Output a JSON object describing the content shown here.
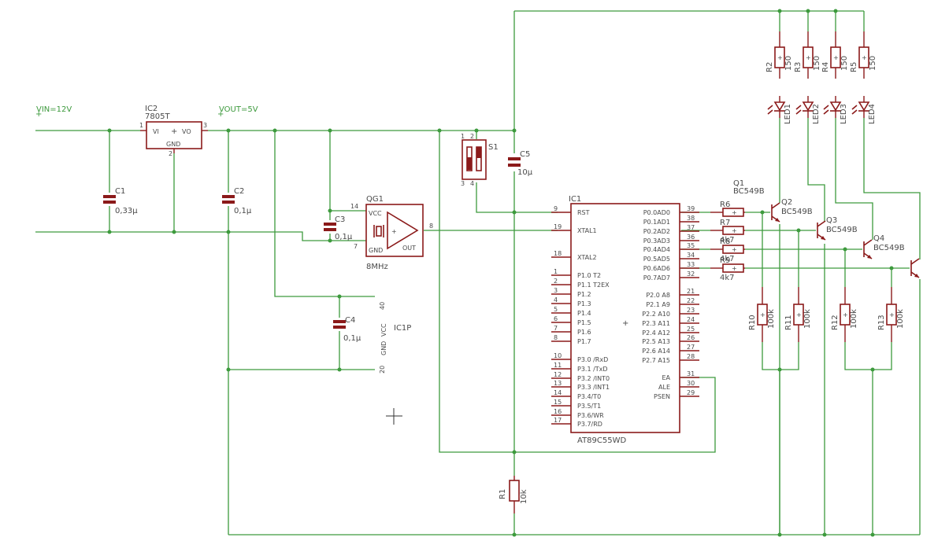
{
  "nets": {
    "vin": "VIN=12V",
    "vout": "VOUT=5V"
  },
  "ic2": {
    "name": "IC2",
    "value": "7805T",
    "vi": "VI",
    "vo": "VO",
    "gnd": "GND",
    "p1": "1",
    "p2": "2",
    "p3": "3"
  },
  "c1": {
    "name": "C1",
    "value": "0,33µ"
  },
  "c2": {
    "name": "C2",
    "value": "0,1µ"
  },
  "c3": {
    "name": "C3",
    "value": "0,1µ"
  },
  "c4": {
    "name": "C4",
    "value": "0,1µ"
  },
  "c5": {
    "name": "C5",
    "value": "10µ"
  },
  "qg1": {
    "name": "QG1",
    "value": "8MHz",
    "vcc": "VCC",
    "gnd": "GND",
    "out": "OUT",
    "p14": "14",
    "p7": "7",
    "p8": "8"
  },
  "ic1p": {
    "name": "IC1P",
    "vcc": "VCC",
    "gnd": "GND",
    "p40": "40",
    "p20": "20"
  },
  "s1": {
    "name": "S1",
    "p1": "1",
    "p2": "2",
    "p3": "3",
    "p4": "4"
  },
  "r1": {
    "name": "R1",
    "value": "10k"
  },
  "ic1": {
    "name": "IC1",
    "value": "AT89C55WD",
    "left_pins": [
      {
        "num": "9",
        "label": "RST"
      },
      {
        "num": "19",
        "label": "XTAL1"
      },
      {
        "num": "18",
        "label": "XTAL2"
      },
      {
        "num": "1",
        "label": "P1.0_T2"
      },
      {
        "num": "2",
        "label": "P1.1_T2EX"
      },
      {
        "num": "3",
        "label": "P1.2"
      },
      {
        "num": "4",
        "label": "P1.3"
      },
      {
        "num": "5",
        "label": "P1.4"
      },
      {
        "num": "6",
        "label": "P1.5"
      },
      {
        "num": "7",
        "label": "P1.6"
      },
      {
        "num": "8",
        "label": "P1.7"
      },
      {
        "num": "10",
        "label": "P3.0_/RxD"
      },
      {
        "num": "11",
        "label": "P3.1_/TxD"
      },
      {
        "num": "12",
        "label": "P3.2_/INT0"
      },
      {
        "num": "13",
        "label": "P3.3_/INT1"
      },
      {
        "num": "14",
        "label": "P3.4/T0"
      },
      {
        "num": "15",
        "label": "P3.5/T1"
      },
      {
        "num": "16",
        "label": "P3.6/WR"
      },
      {
        "num": "17",
        "label": "P3.7/RD"
      }
    ],
    "right_pins": [
      {
        "num": "39",
        "label": "P0.0AD0"
      },
      {
        "num": "38",
        "label": "P0.1AD1"
      },
      {
        "num": "37",
        "label": "P0.2AD2"
      },
      {
        "num": "36",
        "label": "P0.3AD3"
      },
      {
        "num": "35",
        "label": "P0.4AD4"
      },
      {
        "num": "34",
        "label": "P0.5AD5"
      },
      {
        "num": "33",
        "label": "P0.6AD6"
      },
      {
        "num": "32",
        "label": "P0.7AD7"
      },
      {
        "num": "21",
        "label": "P2.0_A8"
      },
      {
        "num": "22",
        "label": "P2.1_A9"
      },
      {
        "num": "23",
        "label": "P2.2_A10"
      },
      {
        "num": "24",
        "label": "P2.3_A11"
      },
      {
        "num": "25",
        "label": "P2.4_A12"
      },
      {
        "num": "26",
        "label": "P2.5_A13"
      },
      {
        "num": "27",
        "label": "P2.6_A14"
      },
      {
        "num": "28",
        "label": "P2.7_A15"
      },
      {
        "num": "31",
        "label": "EA"
      },
      {
        "num": "30",
        "label": "ALE"
      },
      {
        "num": "29",
        "label": "PSEN"
      }
    ]
  },
  "r_base": [
    {
      "name": "R6",
      "value": ""
    },
    {
      "name": "R7",
      "value": "4k7"
    },
    {
      "name": "R8",
      "value": "4k7"
    },
    {
      "name": "R9",
      "value": "4k7"
    }
  ],
  "r_led": [
    {
      "name": "R2",
      "value": "150"
    },
    {
      "name": "R3",
      "value": "150"
    },
    {
      "name": "R4",
      "value": "150"
    },
    {
      "name": "R5",
      "value": "150"
    }
  ],
  "leds": [
    "LED1",
    "LED2",
    "LED3",
    "LED4"
  ],
  "transistors": [
    {
      "name": "Q1",
      "value": "BC549B"
    },
    {
      "name": "Q2",
      "value": "BC549B"
    },
    {
      "name": "Q3",
      "value": "BC549B"
    },
    {
      "name": "Q4",
      "value": "BC549B"
    }
  ],
  "r_pull": [
    {
      "name": "R10",
      "value": "100k"
    },
    {
      "name": "R11",
      "value": "100k"
    },
    {
      "name": "R12",
      "value": "100k"
    },
    {
      "name": "R13",
      "value": "100k"
    }
  ]
}
